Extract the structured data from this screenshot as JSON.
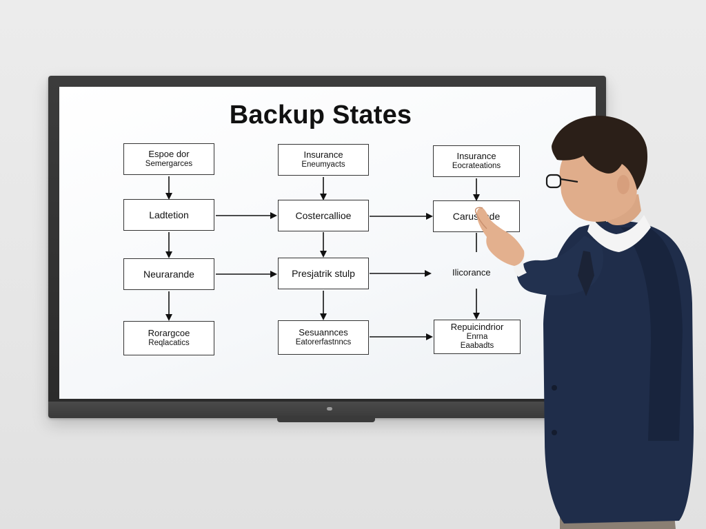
{
  "slide": {
    "title": "Backup States"
  },
  "diagram": {
    "nodes": [
      {
        "id": "n1",
        "lines": [
          "Espoe dor",
          "Semergarces"
        ]
      },
      {
        "id": "n2",
        "lines": [
          "Insurance",
          "Eneumyacts"
        ]
      },
      {
        "id": "n3",
        "lines": [
          "Insurance",
          "Eocrateations"
        ]
      },
      {
        "id": "n4",
        "lines": [
          "Ladtetion"
        ]
      },
      {
        "id": "n5",
        "lines": [
          "Costercallioe"
        ]
      },
      {
        "id": "n6",
        "lines": [
          "Carusande"
        ]
      },
      {
        "id": "n7",
        "lines": [
          "Neurarande"
        ]
      },
      {
        "id": "n8",
        "lines": [
          "Presjatrik stulp"
        ]
      },
      {
        "id": "n9",
        "lines": [
          "Ilicorance"
        ]
      },
      {
        "id": "n10",
        "lines": [
          "Rorargcoe",
          "Reqlacatics"
        ]
      },
      {
        "id": "n11",
        "lines": [
          "Sesuannces",
          "Eatorerfastnncs"
        ]
      },
      {
        "id": "n12",
        "lines": [
          "Repuicindrior",
          "Enrna",
          "Eaabadts"
        ]
      }
    ]
  },
  "colors": {
    "bezel": "#2e2e2e",
    "screen": "#f7f9fb",
    "suit": "#1f2d4a",
    "ink": "#111111"
  }
}
